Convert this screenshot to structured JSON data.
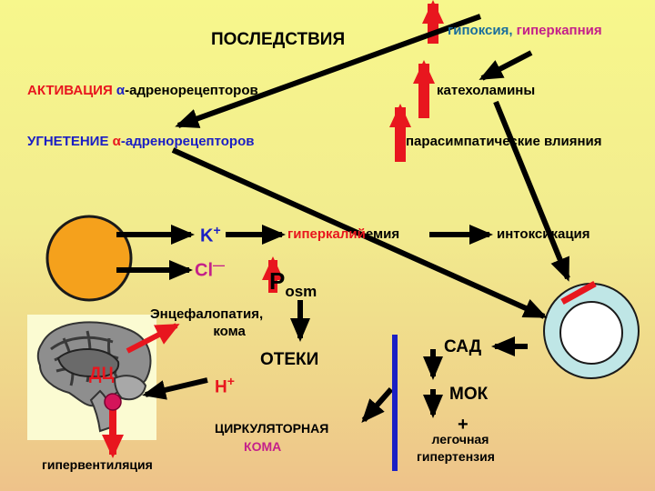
{
  "title": "ПОСЛЕДСТВИЯ",
  "hypoxia": {
    "part1": "гипоксия, ",
    "part2": "гиперкапния"
  },
  "activation": {
    "head": "АКТИВАЦИЯ ",
    "alpha": "α",
    "tail": "-адренорецепторов"
  },
  "inhibition": {
    "head": "УГНЕТЕНИЕ ",
    "alpha": "α",
    "tail": "-адренорецепторов"
  },
  "catecholamines": "катехоламины",
  "parasympathetic": "парасимпатические влияния",
  "potassium": {
    "symbol": "K",
    "charge": "+"
  },
  "hyperkalemia": {
    "red": "гиперкалий",
    "black": "емия"
  },
  "intoxication": "интоксикация",
  "chloride": {
    "symbol": "Cl",
    "charge": "—"
  },
  "posm": {
    "main": "P",
    "sub": "osm"
  },
  "encephalopathy": {
    "line1": "Энцефалопатия,",
    "line2": "кома"
  },
  "edema": "ОТЕКИ",
  "dc_label": "ДЦ",
  "hydrogen": {
    "symbol": "H",
    "charge": "+"
  },
  "hyperventilation": "гипервентиляция",
  "circulatory_coma": {
    "line1": "ЦИРКУЛЯТОРНАЯ",
    "line2": "КОМА"
  },
  "sad": "САД",
  "mok": "МОК",
  "pulmonary": {
    "plus": "+",
    "line1": "легочная",
    "line2": "гипертензия"
  },
  "colors": {
    "red": "#e8161e",
    "blue": "#1b1fc4",
    "magenta": "#c4208a",
    "cell_fill": "#f5a11c",
    "heart_ring": "#bfe6e6",
    "background_top": "#f7f78c",
    "background_bottom": "#eec28a"
  }
}
